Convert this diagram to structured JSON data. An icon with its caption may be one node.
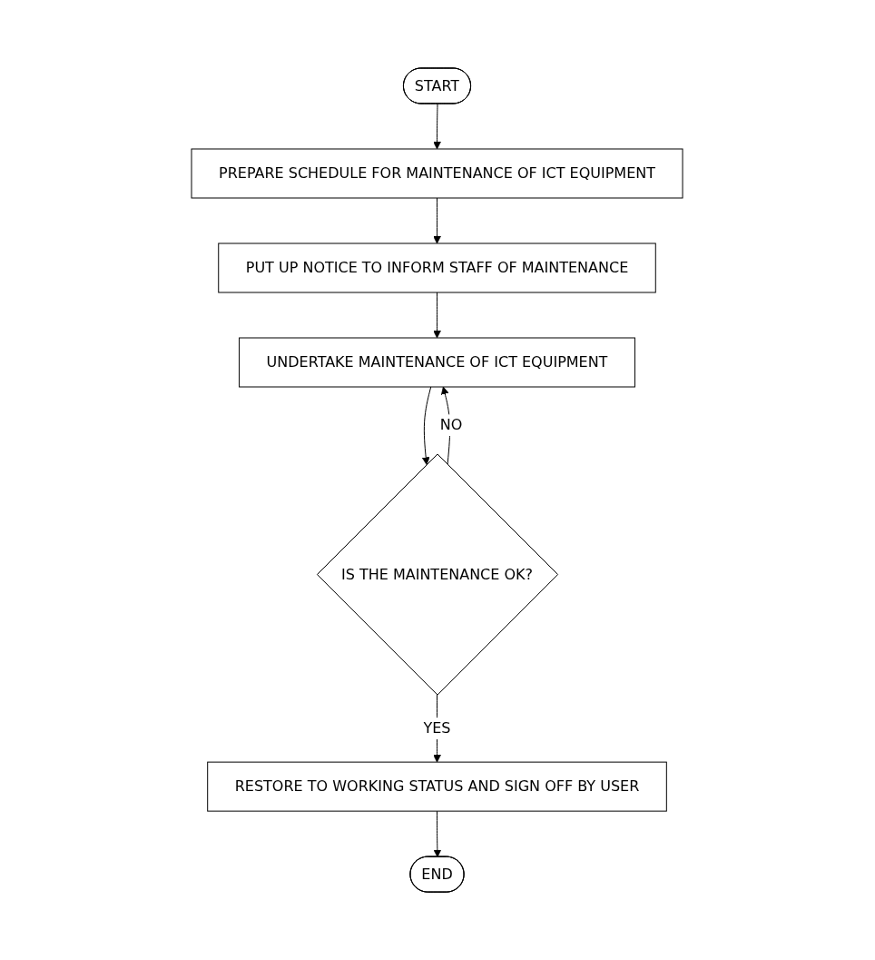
{
  "diagram": {
    "nodes": [
      {
        "text": [
          "START"
        ]
      },
      {
        "text": [
          "PREPARE SCHEDULE FOR MAINTENANCE OF ICT EQUIPMENT"
        ]
      },
      {
        "text": [
          "PUT UP NOTICE TO INFORM STAFF OF MAINTENANCE"
        ]
      },
      {
        "text": [
          "UNDERTAKE MAINTENANCE OF ICT EQUIPMENT"
        ]
      },
      {
        "text": [
          "IS THE MAINTENANCE OK?"
        ]
      },
      {
        "text": [
          "RESTORE TO WORKING STATUS AND SIGN OFF BY USER"
        ]
      },
      {
        "text": [
          "END"
        ]
      }
    ],
    "edges": [
      {
        "from": 0,
        "to": 1,
        "arrow": "to"
      },
      {
        "from": 1,
        "to": 2,
        "arrow": "to"
      },
      {
        "from": 2,
        "to": 3,
        "arrow": "to"
      },
      {
        "from": 3,
        "to": 4,
        "arrow": "to"
      },
      {
        "from": 4,
        "to": 3,
        "arrow": "to",
        "label": "NO"
      },
      {
        "from": 4,
        "to": 5,
        "arrow": "to",
        "label": "YES"
      },
      {
        "from": 5,
        "to": 6,
        "arrow": "to"
      }
    ]
  }
}
